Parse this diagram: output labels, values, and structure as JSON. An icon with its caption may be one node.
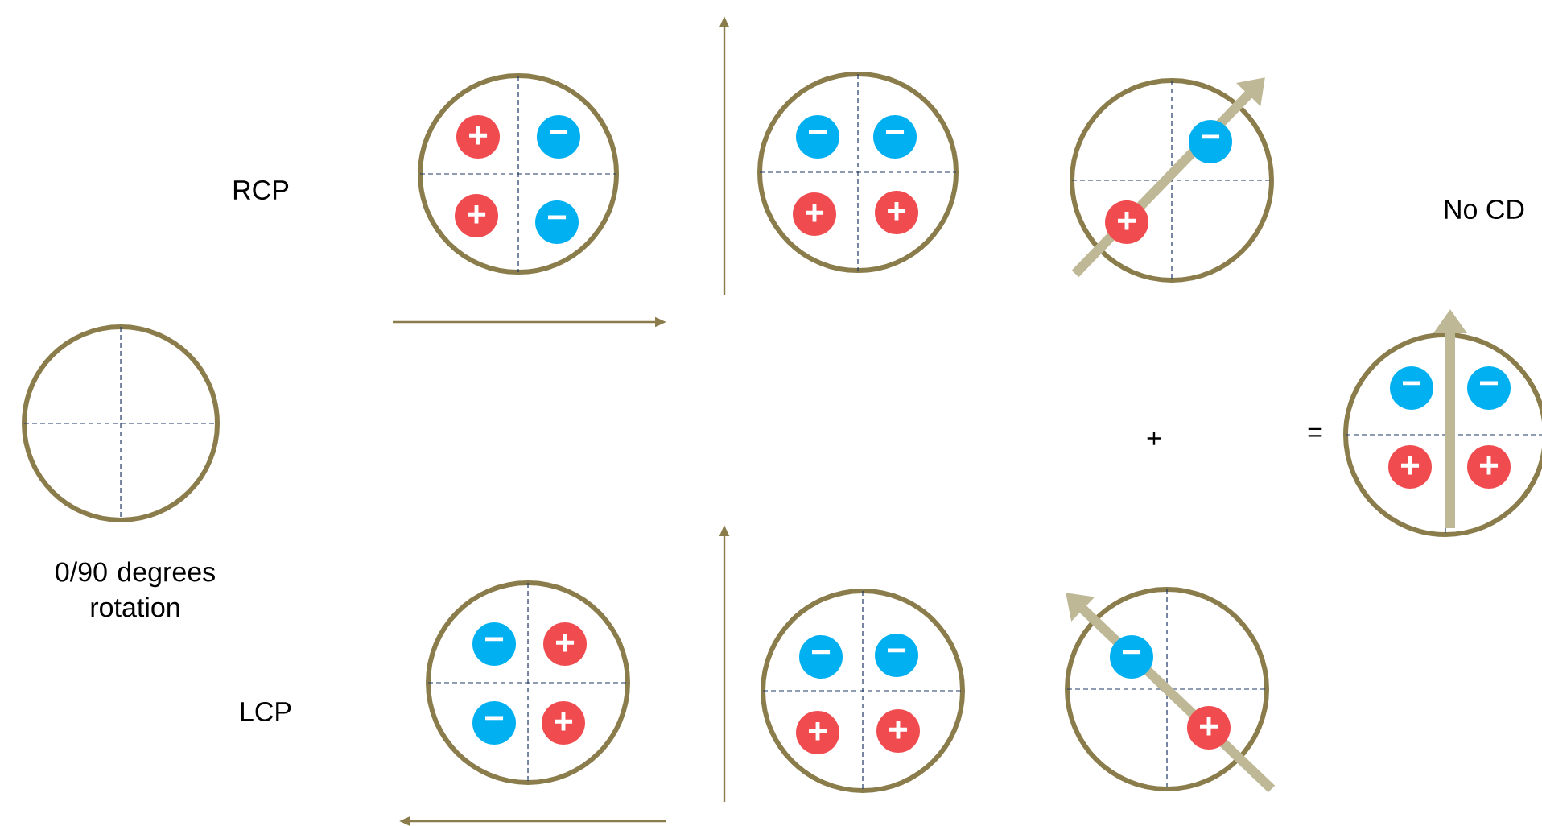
{
  "diagram": {
    "nodes": [
      {
        "text": [],
        "shape": "circle",
        "beside": [
          "0/90 degrees rotation"
        ]
      },
      {
        "text": [],
        "shape": "circle"
      },
      {
        "text": [
          "+"
        ],
        "in": 1
      },
      {
        "text": [
          "−"
        ],
        "in": 1
      },
      {
        "text": [
          "+"
        ],
        "in": 1
      },
      {
        "text": [
          "−"
        ],
        "in": 1
      },
      {
        "text": [],
        "shape": "circle"
      },
      {
        "text": [
          "−"
        ],
        "in": 6
      },
      {
        "text": [
          "−"
        ],
        "in": 6
      },
      {
        "text": [
          "+"
        ],
        "in": 6
      },
      {
        "text": [
          "+"
        ],
        "in": 6
      },
      {
        "text": [],
        "shape": "circle"
      },
      {
        "text": [
          "−"
        ],
        "in": 11
      },
      {
        "text": [
          "+"
        ],
        "in": 11
      },
      {
        "text": [],
        "shape": "circle"
      },
      {
        "text": [
          "−"
        ],
        "in": 14
      },
      {
        "text": [
          "−"
        ],
        "in": 14
      },
      {
        "text": [
          "+"
        ],
        "in": 14
      },
      {
        "text": [
          "+"
        ],
        "in": 14
      },
      {
        "text": [],
        "shape": "circle"
      },
      {
        "text": [
          "−"
        ],
        "in": 19
      },
      {
        "text": [
          "+"
        ],
        "in": 19
      },
      {
        "text": [
          "−"
        ],
        "in": 19
      },
      {
        "text": [
          "+"
        ],
        "in": 19
      },
      {
        "text": [],
        "shape": "circle"
      },
      {
        "text": [
          "−"
        ],
        "in": 24
      },
      {
        "text": [
          "−"
        ],
        "in": 24
      },
      {
        "text": [
          "+"
        ],
        "in": 24
      },
      {
        "text": [
          "+"
        ],
        "in": 24
      },
      {
        "text": [],
        "shape": "circle"
      },
      {
        "text": [
          "−"
        ],
        "in": 29
      },
      {
        "text": [
          "+"
        ],
        "in": 29
      }
    ],
    "labels": [
      "RCP",
      "No CD",
      "+",
      "=",
      "LCP"
    ]
  }
}
